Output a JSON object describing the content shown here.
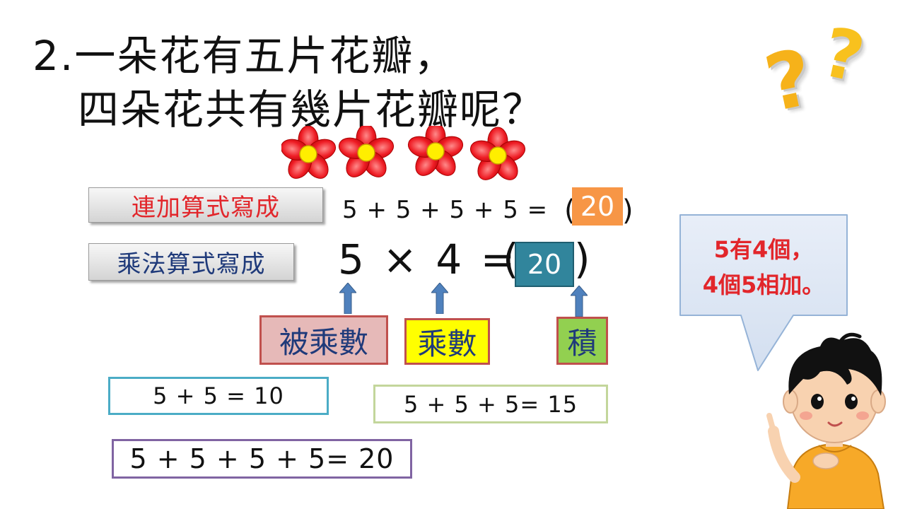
{
  "title": {
    "line1": "2.一朵花有五片花瓣，",
    "line2": "四朵花共有幾片花瓣呢？"
  },
  "decor": {
    "question_icon": "question-mark-icon",
    "flower_icon": "red-flower-icon",
    "flower_count": 4,
    "boy_icon": "pointing-boy-icon"
  },
  "labels": {
    "addition": "連加算式寫成",
    "multiplication": "乘法算式寫成"
  },
  "equations": {
    "addition": "5 + 5 + 5 + 5 =",
    "addition_answer": "20",
    "multiplication": "5 × 4 =",
    "multiplication_answer": "20",
    "open_paren": "(",
    "close_paren": ")"
  },
  "terms": {
    "multiplicand": "被乘數",
    "multiplier": "乘數",
    "product": "積"
  },
  "sums": {
    "two": "5 + 5 = 10",
    "three": "5 + 5 + 5= 15",
    "four": "5 + 5 + 5 + 5= 20"
  },
  "bubble": {
    "line1": "5有4個，",
    "line2": "4個5相加。"
  },
  "colors": {
    "label_add": "#e2262b",
    "label_mul": "#1f3a7a",
    "answer_add_bg": "#f79646",
    "answer_mul_bg": "#31859c",
    "arrow": "#4f81bd",
    "multiplicand_bg": "#e6b9b8",
    "multiplier_bg": "#ffff00",
    "product_bg": "#92d050",
    "bubble_bg": "#dbe5f1",
    "bubble_text": "#e2262b"
  }
}
